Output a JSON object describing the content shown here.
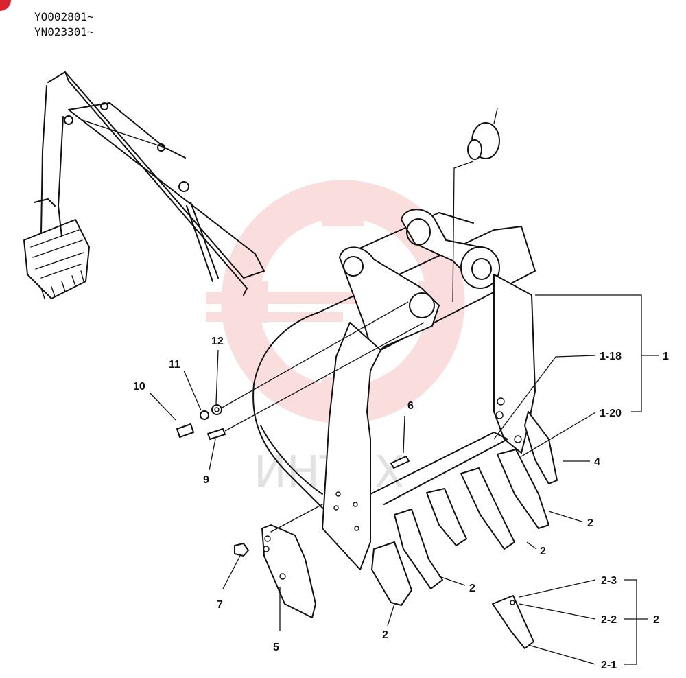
{
  "header": {
    "serial_lines": [
      "YO002801~",
      "YN023301~"
    ]
  },
  "watermark": {
    "text": "ИНТЕХ",
    "gear_color": "#f4b5b5"
  },
  "colors": {
    "badge": "#d9232e",
    "ink": "#111111"
  },
  "callouts": {
    "c1": "1",
    "c1_18": "1-18",
    "c1_20": "1-20",
    "c2_a": "2",
    "c2_b": "2",
    "c2_c": "2",
    "c2_d": "2",
    "c2_group": "2",
    "c2_1": "2-1",
    "c2_2": "2-2",
    "c2_3": "2-3",
    "c4": "4",
    "c5": "5",
    "c6": "6",
    "c7": "7",
    "c9": "9",
    "c10": "10",
    "c11": "11",
    "c12": "12"
  }
}
